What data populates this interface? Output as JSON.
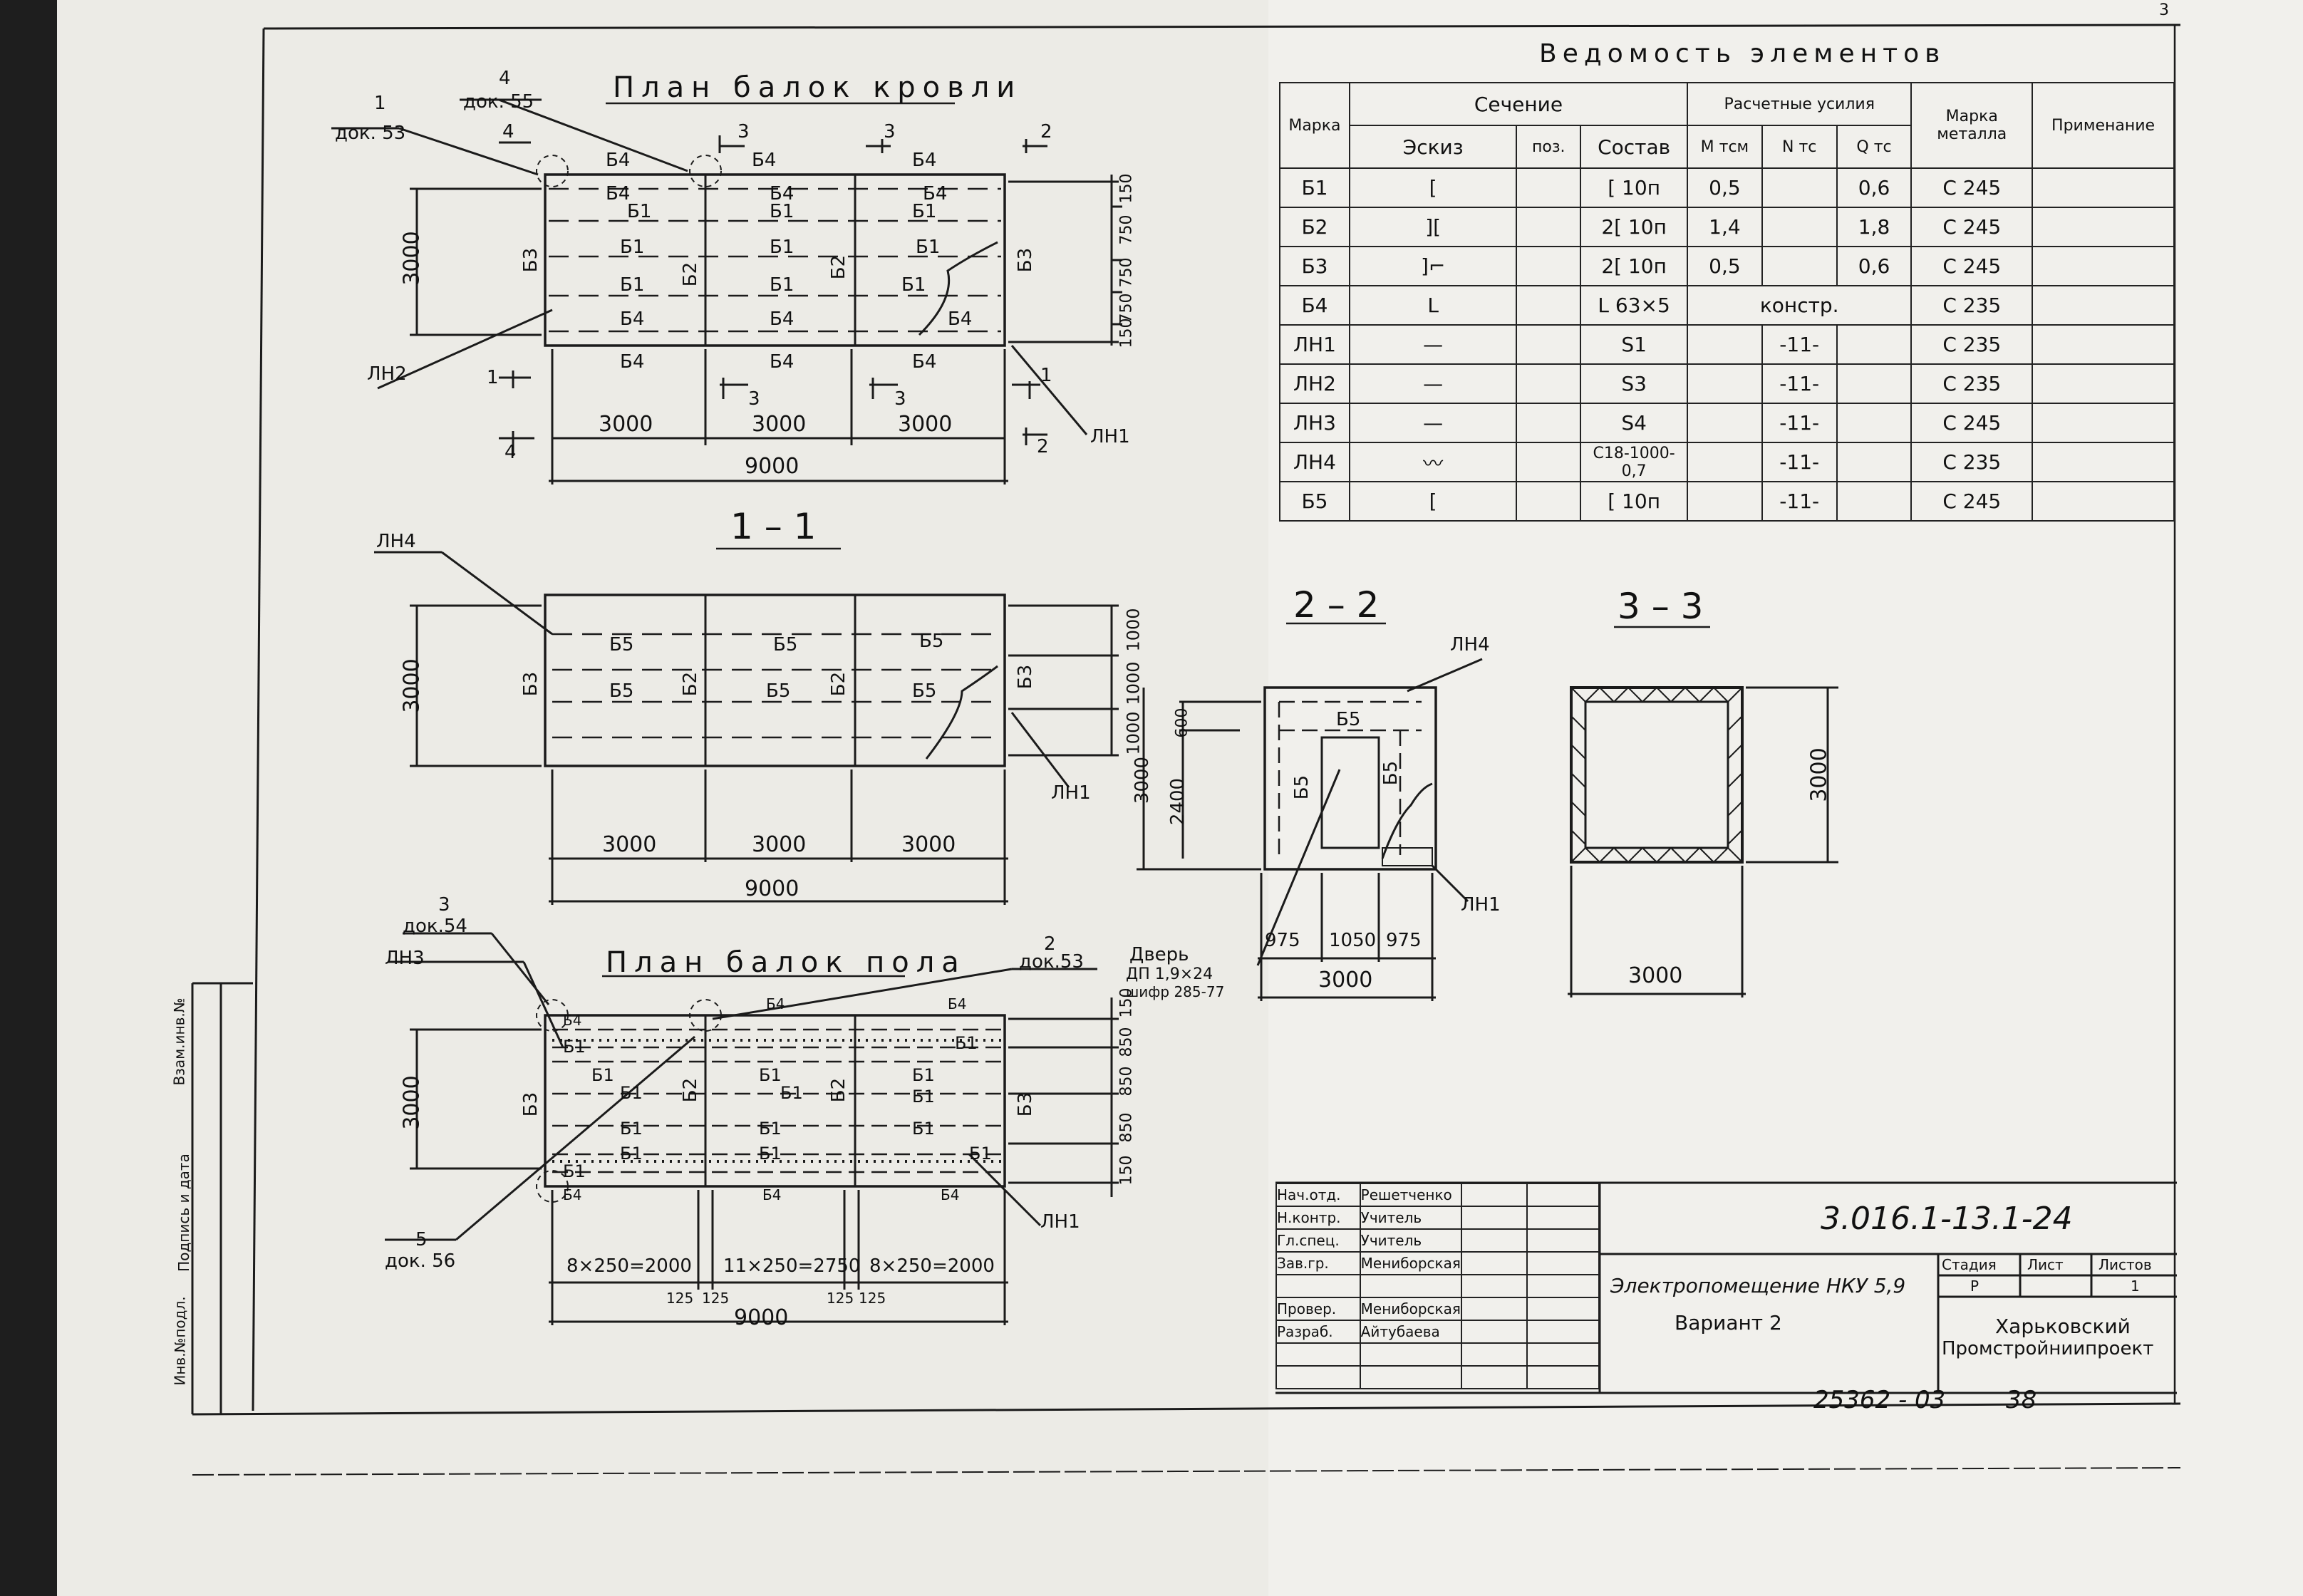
{
  "roof_plan": {
    "title": "План балок кровли",
    "callout_1": "1",
    "callout_1_ref": "док. 53",
    "callout_4": "4",
    "callout_4_ref": "док. 55",
    "section_marks": [
      "4",
      "3",
      "2",
      "1",
      "3",
      "3",
      "2",
      "4",
      "1"
    ],
    "beams_top": [
      "Б4",
      "Б4",
      "Б4"
    ],
    "beams_row1": [
      "Б4",
      "Б4",
      "Б4"
    ],
    "beams_row2": [
      "Б1",
      "Б1",
      "Б1"
    ],
    "beams_row3": [
      "Б1",
      "Б1",
      "Б1"
    ],
    "beams_row4": [
      "Б1",
      "Б1",
      "Б1"
    ],
    "beams_row5": [
      "Б4",
      "Б4",
      "Б4"
    ],
    "beams_bottom": [
      "Б4",
      "Б4",
      "Б4"
    ],
    "col_b3_left": "Б3",
    "col_b2_a": "Б2",
    "col_b2_b": "Б2",
    "col_b3_right": "Б3",
    "height": "3000",
    "spacing": [
      "150",
      "750",
      "750",
      "750",
      "150"
    ],
    "spans": [
      "3000",
      "3000",
      "3000"
    ],
    "total": "9000",
    "ln2": "ЛН2",
    "ln1": "ЛН1"
  },
  "section_11": {
    "title": "1 – 1",
    "ln4": "ЛН4",
    "beams_r1": [
      "Б5",
      "Б5",
      "Б5"
    ],
    "beams_r2": [
      "Б5",
      "Б5",
      "Б5"
    ],
    "col_b3": "Б3",
    "col_b2_a": "Б2",
    "col_b2_b": "Б2",
    "col_b3_right": "Б3",
    "height": "3000",
    "spacing": [
      "1000",
      "1000",
      "1000"
    ],
    "spans": [
      "3000",
      "3000",
      "3000"
    ],
    "total": "9000",
    "ln1": "ЛН1"
  },
  "floor_plan": {
    "title": "План балок пола",
    "callout_3": "3",
    "callout_3_ref": "док.54",
    "callout_2": "2",
    "callout_2_ref": "док.53",
    "callout_5": "5",
    "callout_5_ref": "док. 56",
    "ln3": "ЛН3",
    "ln1": "ЛН1",
    "beams_top": [
      "Б4",
      "Б4",
      "Б4"
    ],
    "b1_labels": [
      "Б1",
      "Б1",
      "Б1",
      "Б1",
      "Б1",
      "Б1",
      "Б1",
      "Б1",
      "Б1",
      "Б1",
      "Б1",
      "Б1",
      "Б1",
      "Б1",
      "Б1"
    ],
    "beams_bottom": [
      "Б4",
      "Б4",
      "Б4"
    ],
    "col_b3": "Б3",
    "col_b2_a": "Б2",
    "col_b2_b": "Б2",
    "col_b3_right": "Б3",
    "height": "3000",
    "spacing": [
      "150",
      "850",
      "850",
      "850",
      "150"
    ],
    "pitches": [
      "8×250=2000",
      "11×250=2750",
      "8×250=2000"
    ],
    "gaps": [
      "125",
      "125",
      "125",
      "125"
    ],
    "total": "9000"
  },
  "section_22": {
    "title": "2 – 2",
    "ln4": "ЛН4",
    "ln1": "ЛН1",
    "b5_top": "Б5",
    "b5_left": "Б5",
    "b5_right": "Б5",
    "h_total": "3000",
    "h_door": "2400",
    "h_top": "600",
    "widths": [
      "975",
      "1050",
      "975"
    ],
    "total": "3000",
    "door_1": "Дверь",
    "door_2": "ДП 1,9×24",
    "door_3": "шифр 285-77"
  },
  "section_33": {
    "title": "3 – 3",
    "height": "3000",
    "width": "3000"
  },
  "elements_table": {
    "title": "Ведомость элементов",
    "h_marka": "Марка",
    "h_section": "Сечение",
    "h_forces": "Расчетные усилия",
    "h_metal": "Марка металла",
    "h_note": "Применание",
    "h_sketch": "Эскиз",
    "h_pos": "поз.",
    "h_comp": "Состав",
    "h_m": "M тсм",
    "h_n": "N тс",
    "h_q": "Q тс",
    "rows": [
      {
        "mark": "Б1",
        "sketch": "[",
        "pos": "",
        "comp": "[ 10п",
        "m": "0,5",
        "n": "",
        "q": "0,6",
        "metal": "С 245"
      },
      {
        "mark": "Б2",
        "sketch": "][",
        "pos": "",
        "comp": "2[ 10п",
        "m": "1,4",
        "n": "",
        "q": "1,8",
        "metal": "С 245"
      },
      {
        "mark": "Б3",
        "sketch": "]⌐",
        "pos": "",
        "comp": "2[ 10п",
        "m": "0,5",
        "n": "",
        "q": "0,6",
        "metal": "С 245"
      },
      {
        "mark": "Б4",
        "sketch": "L",
        "pos": "",
        "comp": "L 63×5",
        "m": "констр.",
        "n": "",
        "q": "",
        "metal": "С 235"
      },
      {
        "mark": "ЛН1",
        "sketch": "—",
        "pos": "",
        "comp": "S1",
        "m": "",
        "n": "-11-",
        "q": "",
        "metal": "С 235"
      },
      {
        "mark": "ЛН2",
        "sketch": "—",
        "pos": "",
        "comp": "S3",
        "m": "",
        "n": "-11-",
        "q": "",
        "metal": "С 235"
      },
      {
        "mark": "ЛН3",
        "sketch": "—",
        "pos": "",
        "comp": "S4",
        "m": "",
        "n": "-11-",
        "q": "",
        "metal": "С 245"
      },
      {
        "mark": "ЛН4",
        "sketch": "〰",
        "pos": "",
        "comp": "С18-1000-0,7",
        "m": "",
        "n": "-11-",
        "q": "",
        "metal": "С 235"
      },
      {
        "mark": "Б5",
        "sketch": "[",
        "pos": "",
        "comp": "[ 10п",
        "m": "",
        "n": "-11-",
        "q": "",
        "metal": "С 245"
      }
    ]
  },
  "stamp": {
    "doc_code": "3.016.1-13.1-24",
    "roles": [
      "Нач.отд.",
      "Н.контр.",
      "Гл.спец.",
      "Зав.гр.",
      "Провер.",
      "Разраб."
    ],
    "names": [
      "Решетченко",
      "Учитель",
      "Учитель",
      "Мениборская",
      "Мениборская",
      "Айтубаева"
    ],
    "object_name": "Электропомещение НКУ 5,9",
    "variant": "Вариант 2",
    "stage_h": "Стадия",
    "sheet_h": "Лист",
    "sheets_h": "Листов",
    "stage": "Р",
    "sheet": "",
    "sheets": "1",
    "org1": "Харьковский",
    "org2": "Промстройниипроект"
  },
  "margin": {
    "inv": "Инв.№подл.",
    "sign": "Подпись и дата",
    "replace": "Взам.инв.№"
  },
  "footer_note": "25362 - 03",
  "page_number": "38",
  "corner": "3"
}
